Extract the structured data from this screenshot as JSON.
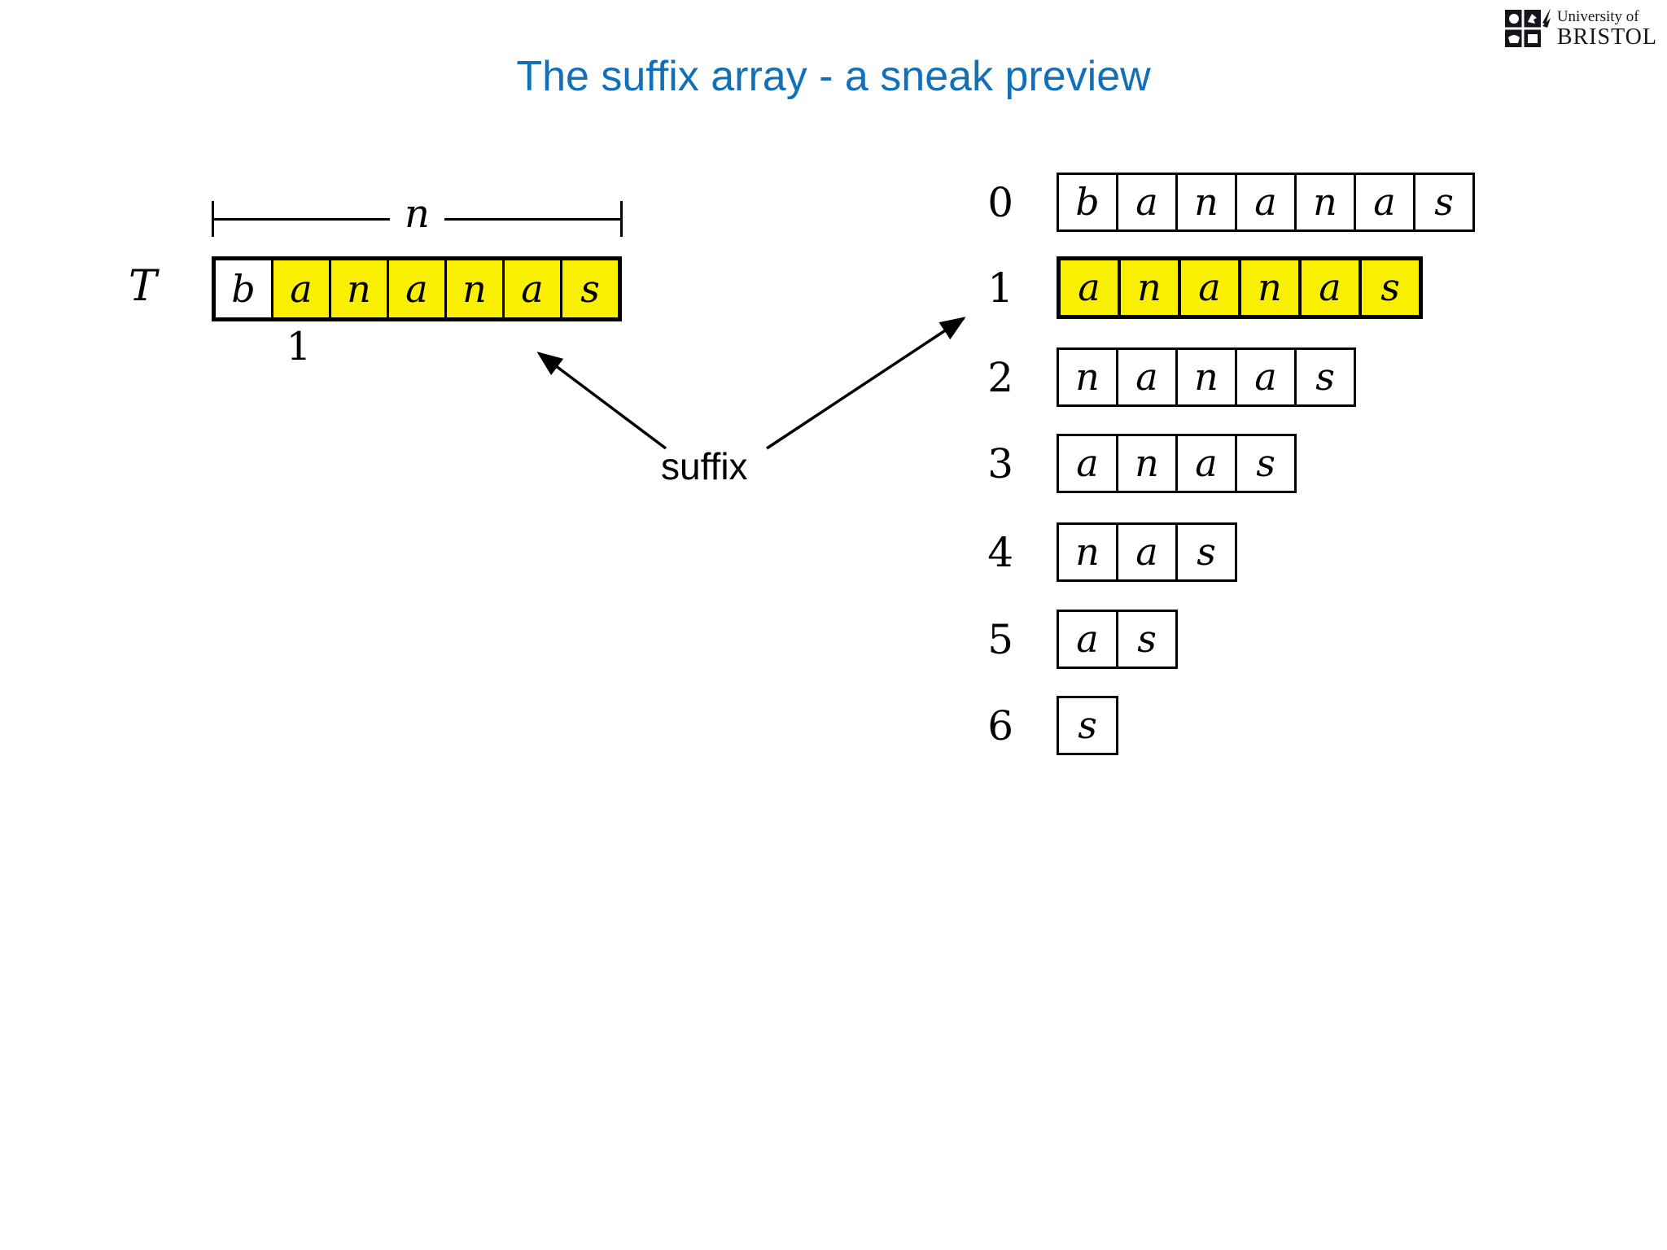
{
  "title": "The suffix array - a sneak preview",
  "logo": {
    "line1": "University of",
    "line2": "BRISTOL"
  },
  "colors": {
    "title_blue": "#1170b8",
    "highlight_yellow": "#f8f000"
  },
  "text_diagram": {
    "label": "T",
    "length_label": "n",
    "position_label": "1",
    "cells": [
      {
        "char": "b",
        "highlight": false
      },
      {
        "char": "a",
        "highlight": true
      },
      {
        "char": "n",
        "highlight": true
      },
      {
        "char": "a",
        "highlight": true
      },
      {
        "char": "n",
        "highlight": true
      },
      {
        "char": "a",
        "highlight": true
      },
      {
        "char": "s",
        "highlight": true
      }
    ]
  },
  "suffix_label": "suffix",
  "suffix_list": {
    "rows": [
      {
        "index": "0",
        "chars": [
          "b",
          "a",
          "n",
          "a",
          "n",
          "a",
          "s"
        ],
        "highlight": false
      },
      {
        "index": "1",
        "chars": [
          "a",
          "n",
          "a",
          "n",
          "a",
          "s"
        ],
        "highlight": true
      },
      {
        "index": "2",
        "chars": [
          "n",
          "a",
          "n",
          "a",
          "s"
        ],
        "highlight": false
      },
      {
        "index": "3",
        "chars": [
          "a",
          "n",
          "a",
          "s"
        ],
        "highlight": false
      },
      {
        "index": "4",
        "chars": [
          "n",
          "a",
          "s"
        ],
        "highlight": false
      },
      {
        "index": "5",
        "chars": [
          "a",
          "s"
        ],
        "highlight": false
      },
      {
        "index": "6",
        "chars": [
          "s"
        ],
        "highlight": false
      }
    ]
  }
}
